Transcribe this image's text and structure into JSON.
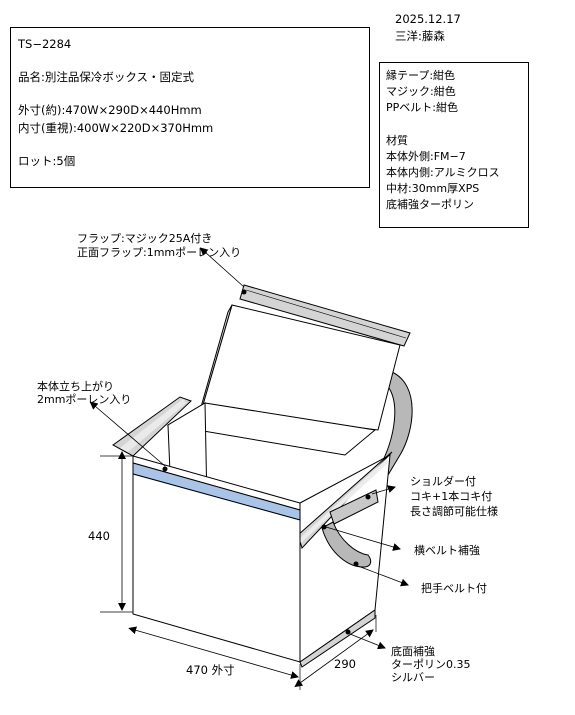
{
  "header": {
    "date": "2025.12.17",
    "author": "三洋:藤森"
  },
  "spec": {
    "code": "TS−2284",
    "name": "品名:別注品保冷ボックス・固定式",
    "outer": "外寸(約):470W×290D×440Hmm",
    "inner": "内寸(重視):400W×220D×370Hmm",
    "lot": "ロット:5個"
  },
  "materials": {
    "lines": [
      "縁テープ:紺色",
      "マジック:紺色",
      "PPベルト:紺色",
      "",
      "材質",
      "本体外側:FM−7",
      "本体内側:アルミクロス",
      "中材:30mm厚XPS",
      "底補強ターポリン"
    ]
  },
  "callouts": {
    "flap1": "フラップ:マジック25A付き",
    "flap2": "正面フラップ:1mmポーレン入り",
    "rim1": "本体立ち上がり",
    "rim2": "2mmポーレン入り",
    "shoulder1": "ショルダー付",
    "shoulder2": "コキ+1本コキ付",
    "shoulder3": "長さ調節可能仕様",
    "belt": "横ベルト補強",
    "handle": "把手ベルト付",
    "bottom1": "底面補強",
    "bottom2": "ターポリン0.35",
    "bottom3": "シルバー"
  },
  "dims": {
    "height": "440",
    "width": "470 外寸",
    "depth": "290"
  },
  "colors": {
    "blue_band": "#a9c4e6",
    "gray_rim": "#d4d4d4",
    "strap": "#b8b8b8"
  }
}
